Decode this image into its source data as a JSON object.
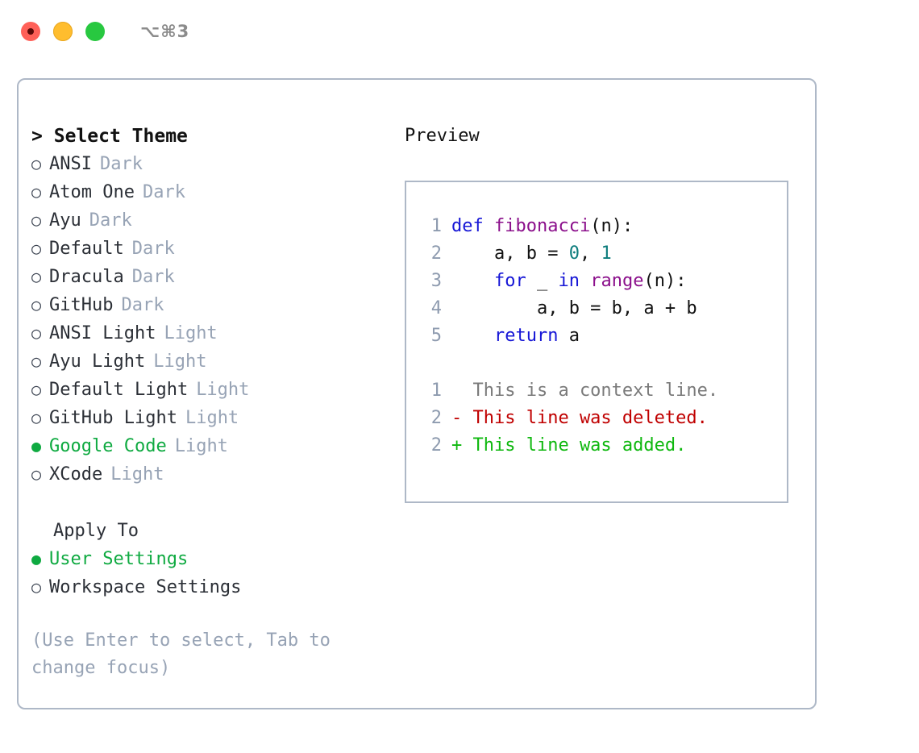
{
  "titlebar": {
    "shortcut": "⌥⌘3",
    "buttons": [
      {
        "name": "close",
        "color": "#FF6058"
      },
      {
        "name": "minimize",
        "color": "#FFBD2E"
      },
      {
        "name": "maximize",
        "color": "#28C840"
      }
    ]
  },
  "theme_picker": {
    "heading_caret": ">",
    "heading": "Select Theme",
    "selected_marker": "●",
    "unselected_marker": "○",
    "items": [
      {
        "name": "ANSI",
        "tag": "Dark",
        "selected": false
      },
      {
        "name": "Atom One",
        "tag": "Dark",
        "selected": false
      },
      {
        "name": "Ayu",
        "tag": "Dark",
        "selected": false
      },
      {
        "name": "Default",
        "tag": "Dark",
        "selected": false
      },
      {
        "name": "Dracula",
        "tag": "Dark",
        "selected": false
      },
      {
        "name": "GitHub",
        "tag": "Dark",
        "selected": false
      },
      {
        "name": "ANSI Light",
        "tag": "Light",
        "selected": false
      },
      {
        "name": "Ayu Light",
        "tag": "Light",
        "selected": false
      },
      {
        "name": "Default Light",
        "tag": "Light",
        "selected": false
      },
      {
        "name": "GitHub Light",
        "tag": "Light",
        "selected": false
      },
      {
        "name": "Google Code",
        "tag": "Light",
        "selected": true
      },
      {
        "name": "XCode",
        "tag": "Light",
        "selected": false
      }
    ]
  },
  "apply_to": {
    "heading": "Apply To",
    "items": [
      {
        "name": "User Settings",
        "selected": true
      },
      {
        "name": "Workspace Settings",
        "selected": false
      }
    ]
  },
  "hint": "(Use Enter to select, Tab to change focus)",
  "preview": {
    "title": "Preview",
    "code_lines": [
      {
        "no": "1",
        "tokens": [
          {
            "t": "def",
            "c": "kw"
          },
          {
            "t": " ",
            "c": "pl"
          },
          {
            "t": "fibonacci",
            "c": "fn"
          },
          {
            "t": "(n):",
            "c": "pl"
          }
        ]
      },
      {
        "no": "2",
        "tokens": [
          {
            "t": "    a, b = ",
            "c": "pl"
          },
          {
            "t": "0",
            "c": "num"
          },
          {
            "t": ", ",
            "c": "pl"
          },
          {
            "t": "1",
            "c": "num"
          }
        ]
      },
      {
        "no": "3",
        "tokens": [
          {
            "t": "    ",
            "c": "pl"
          },
          {
            "t": "for",
            "c": "kw"
          },
          {
            "t": " _ ",
            "c": "pl"
          },
          {
            "t": "in",
            "c": "kw"
          },
          {
            "t": " ",
            "c": "pl"
          },
          {
            "t": "range",
            "c": "fn"
          },
          {
            "t": "(n):",
            "c": "pl"
          }
        ]
      },
      {
        "no": "4",
        "tokens": [
          {
            "t": "        a, b = b, a + b",
            "c": "pl"
          }
        ]
      },
      {
        "no": "5",
        "tokens": [
          {
            "t": "    ",
            "c": "pl"
          },
          {
            "t": "return",
            "c": "kw"
          },
          {
            "t": " a",
            "c": "pl"
          }
        ]
      }
    ],
    "diff_lines": [
      {
        "no": "1",
        "prefix": "  ",
        "text": "This is a context line.",
        "kind": "ctx"
      },
      {
        "no": "2",
        "prefix": "- ",
        "text": "This line was deleted.",
        "kind": "del"
      },
      {
        "no": "2",
        "prefix": "+ ",
        "text": "This line was added.",
        "kind": "add"
      }
    ]
  },
  "colors": {
    "accent_green": "#0FAA41",
    "tag_gray": "#97A3B5",
    "border": "#AEB8C7",
    "keyword": "#1616D6",
    "function": "#8B0F8B",
    "number": "#0C7C7C",
    "diff_added": "#0FB80F",
    "diff_deleted": "#C00000",
    "diff_context": "#7a7a7a",
    "lineno": "#8E9BAF"
  }
}
